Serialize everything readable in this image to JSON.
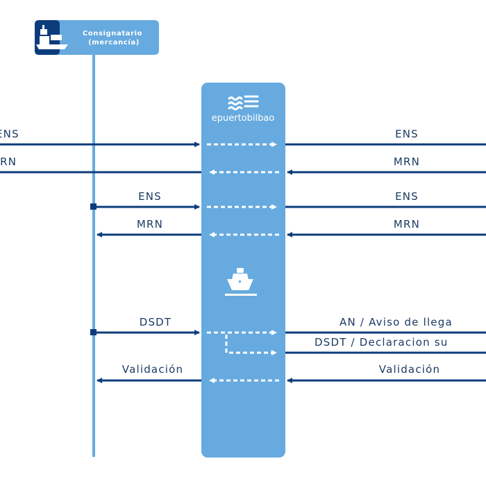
{
  "actor": {
    "line1": "Consignatario",
    "line2": "(mercancía)",
    "icon": "ship-cargo-icon"
  },
  "hub": {
    "brand": "epuertobilbao",
    "logo_icon": "waves-logo-icon",
    "ship_icon": "ship-icon"
  },
  "messages": {
    "left_ens_1": "ENS",
    "left_mrn_1": "MRN",
    "left_ens_2": "ENS",
    "left_mrn_2": "MRN",
    "left_dsdt": "DSDT",
    "left_validacion": "Validación",
    "right_ens_1": "ENS",
    "right_mrn_1": "MRN",
    "right_ens_2": "ENS",
    "right_mrn_2": "MRN",
    "right_an": "AN / Aviso de llega",
    "right_dsdt": "DSDT / Declaracion su",
    "right_validacion": "Validación"
  },
  "colors": {
    "dark_blue": "#0c3c7c",
    "light_blue": "#66aadf",
    "label": "#1b3a63"
  }
}
